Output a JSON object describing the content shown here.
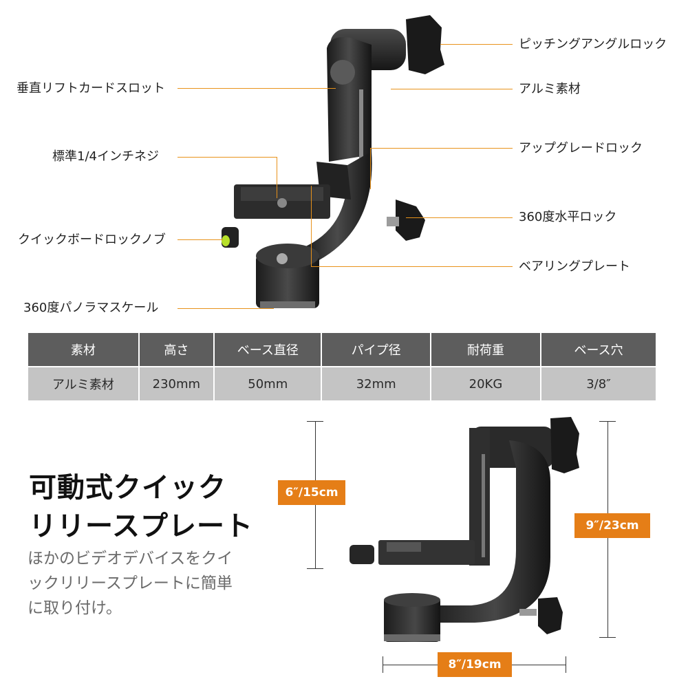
{
  "callouts": {
    "pitch_lock": "ピッチングアングルロック",
    "aluminum": "アルミ素材",
    "upgrade_lock": "アップグレードロック",
    "horizontal_lock": "360度水平ロック",
    "bearing_plate": "ベアリングプレート",
    "lift_slot": "垂直リフトカードスロット",
    "screw": "標準1/4インチネジ",
    "qr_knob": "クイックボードロックノブ",
    "panorama": "360度パノラマスケール"
  },
  "specs": {
    "headers": [
      "素材",
      "高さ",
      "ベース直径",
      "パイプ径",
      "耐荷重",
      "ベース穴"
    ],
    "values": [
      "アルミ素材",
      "230mm",
      "50mm",
      "32mm",
      "20KG",
      "3/8″"
    ]
  },
  "feature": {
    "title_line1": "可動式クイック",
    "title_line2": "リリースプレート",
    "description": "ほかのビデオデバイスをクイックリリースプレートに簡単に取り付け。"
  },
  "dimensions": {
    "arm_height": "6″/15cm",
    "total_height": "9″/23cm",
    "width": "8″/19cm"
  },
  "colors": {
    "accent": "#e57e17",
    "header_bg": "#5d5d5d",
    "value_bg": "#c4c4c4"
  }
}
